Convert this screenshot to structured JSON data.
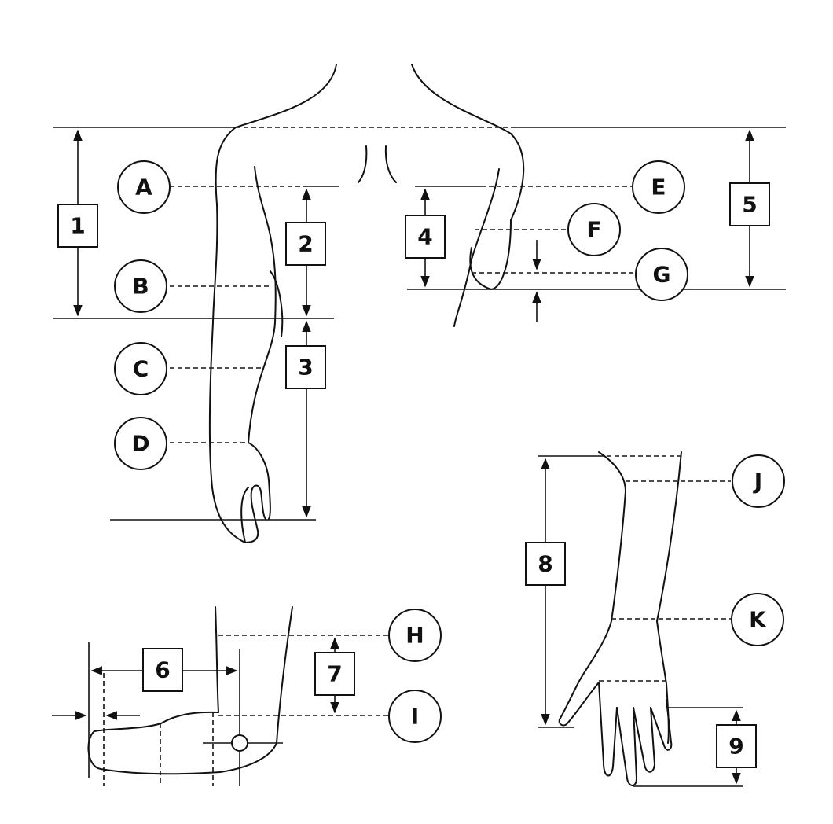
{
  "circle_labels": {
    "A": "A",
    "B": "B",
    "C": "C",
    "D": "D",
    "E": "E",
    "F": "F",
    "G": "G",
    "H": "H",
    "I": "I",
    "J": "J",
    "K": "K"
  },
  "box_labels": {
    "b1": "1",
    "b2": "2",
    "b3": "3",
    "b4": "4",
    "b5": "5",
    "b6": "6",
    "b7": "7",
    "b8": "8",
    "b9": "9"
  }
}
